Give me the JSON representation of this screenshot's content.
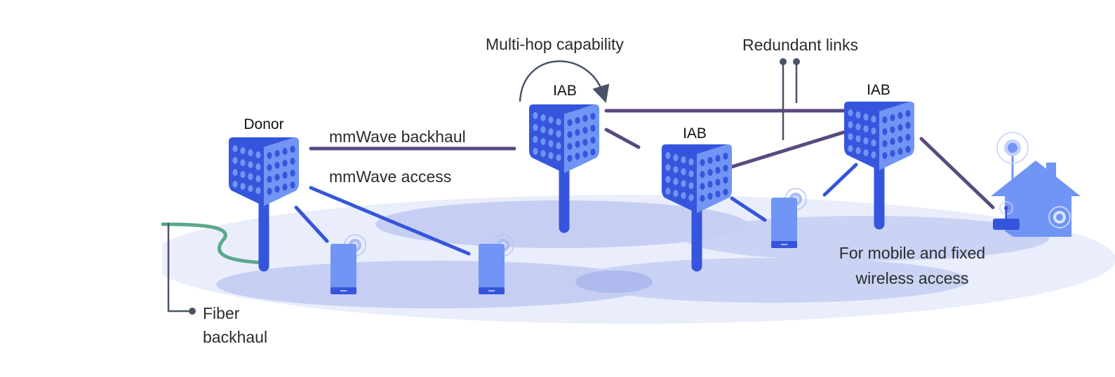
{
  "title": "IAB network diagram",
  "labels": {
    "multi_hop": "Multi-hop capability",
    "redundant_links": "Redundant links",
    "mmwave_backhaul": "mmWave backhaul",
    "mmwave_access": "mmWave access",
    "fiber_backhaul_line1": "Fiber",
    "fiber_backhaul_line2": "backhaul",
    "access_line1": "For mobile and fixed",
    "access_line2": "wireless access"
  },
  "nodes": [
    {
      "id": "donor",
      "label": "Donor"
    },
    {
      "id": "iab1",
      "label": "IAB"
    },
    {
      "id": "iab2",
      "label": "IAB"
    },
    {
      "id": "iab3",
      "label": "IAB"
    }
  ],
  "devices": [
    {
      "id": "phone-1",
      "type": "smartphone-icon"
    },
    {
      "id": "phone-2",
      "type": "smartphone-icon"
    },
    {
      "id": "phone-3",
      "type": "smartphone-icon"
    },
    {
      "id": "home",
      "type": "house-icon"
    }
  ],
  "colors": {
    "backhaul_link": "#5a4a80",
    "access_link": "#3556dc",
    "fiber": "#5aa88a",
    "node_dark": "#3556dc",
    "node_light": "#7095f5",
    "ground_light": "#eaedfb",
    "ground_mid": "#c6cff3",
    "callout": "#4a5468"
  }
}
